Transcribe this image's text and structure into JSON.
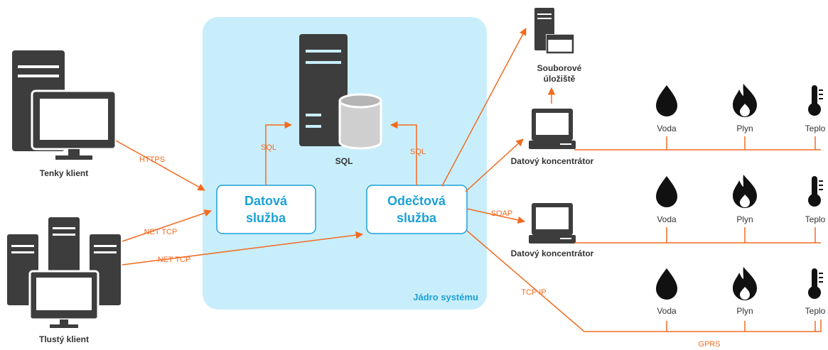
{
  "clients": {
    "thin": "Tenky klient",
    "thick": "Tlustý klient"
  },
  "core": {
    "label": "Jádro systému",
    "data_service": [
      "Datová",
      "služba"
    ],
    "reading_service": [
      "Odečtová",
      "služba"
    ],
    "db_label": "SQL"
  },
  "storage": [
    "Souborové",
    "úložiště"
  ],
  "concentrator": "Datový koncentrátor",
  "connections": {
    "https": "HTTPS",
    "net_tcp_1": "NET TCP",
    "net_tcp_2": "NET TCP",
    "sql_left": "SQL",
    "sql_right": "SQL",
    "soap": "SOAP",
    "tcp_ip": "TCP IP",
    "gprs": "GPRS"
  },
  "meters": {
    "water": "Voda",
    "gas": "Plyn",
    "heat": "Teplo"
  },
  "colors": {
    "connector": "#f26b21",
    "core_bg": "#c9eefb",
    "service_text": "#1ba1d8",
    "service_border": "#1ba1d8",
    "icon_dark": "#3d3d3d"
  }
}
